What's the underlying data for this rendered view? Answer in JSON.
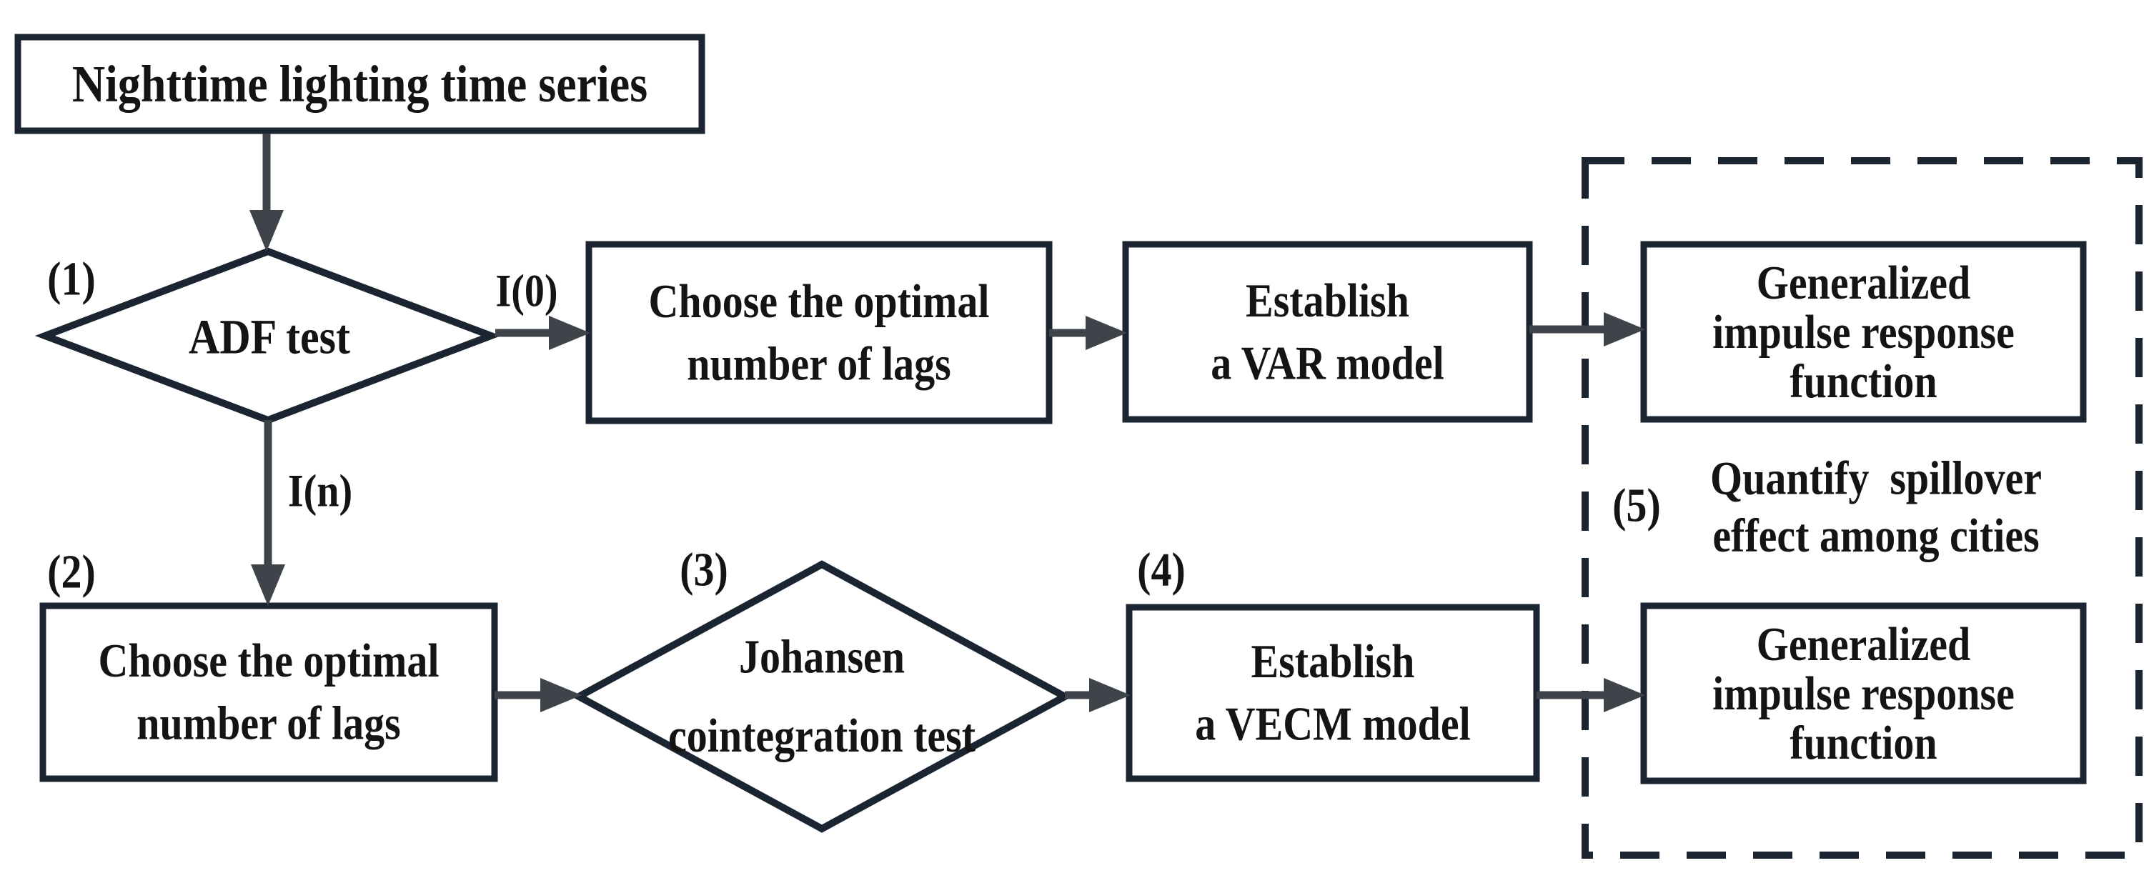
{
  "colors": {
    "background": "#ffffff",
    "line": "#1b2531",
    "arrow": "#3f444a",
    "text": "#141414"
  },
  "nodes": {
    "nighttime": {
      "label": "Nighttime lighting time series"
    },
    "adf": {
      "step": "(1)",
      "label": "ADF test"
    },
    "choose_top": {
      "lines": [
        "Choose the optimal",
        "number of lags"
      ]
    },
    "var_model": {
      "lines": [
        "Establish",
        "a VAR model"
      ]
    },
    "girf_top": {
      "lines": [
        "Generalized",
        "impulse response",
        "function"
      ]
    },
    "choose_bottom": {
      "step": "(2)",
      "lines": [
        "Choose the optimal",
        "number of lags"
      ]
    },
    "johansen": {
      "step": "(3)",
      "lines": [
        "Johansen",
        "cointegration test"
      ]
    },
    "vecm": {
      "step": "(4)",
      "lines": [
        "Establish",
        "a VECM model"
      ]
    },
    "girf_bottom": {
      "lines": [
        "Generalized",
        "impulse response",
        "function"
      ]
    },
    "spillover": {
      "step": "(5)",
      "lines": [
        "Quantify  spillover",
        "effect among cities"
      ]
    }
  },
  "edge_labels": {
    "i0": "I(0)",
    "in": "I(n)"
  }
}
